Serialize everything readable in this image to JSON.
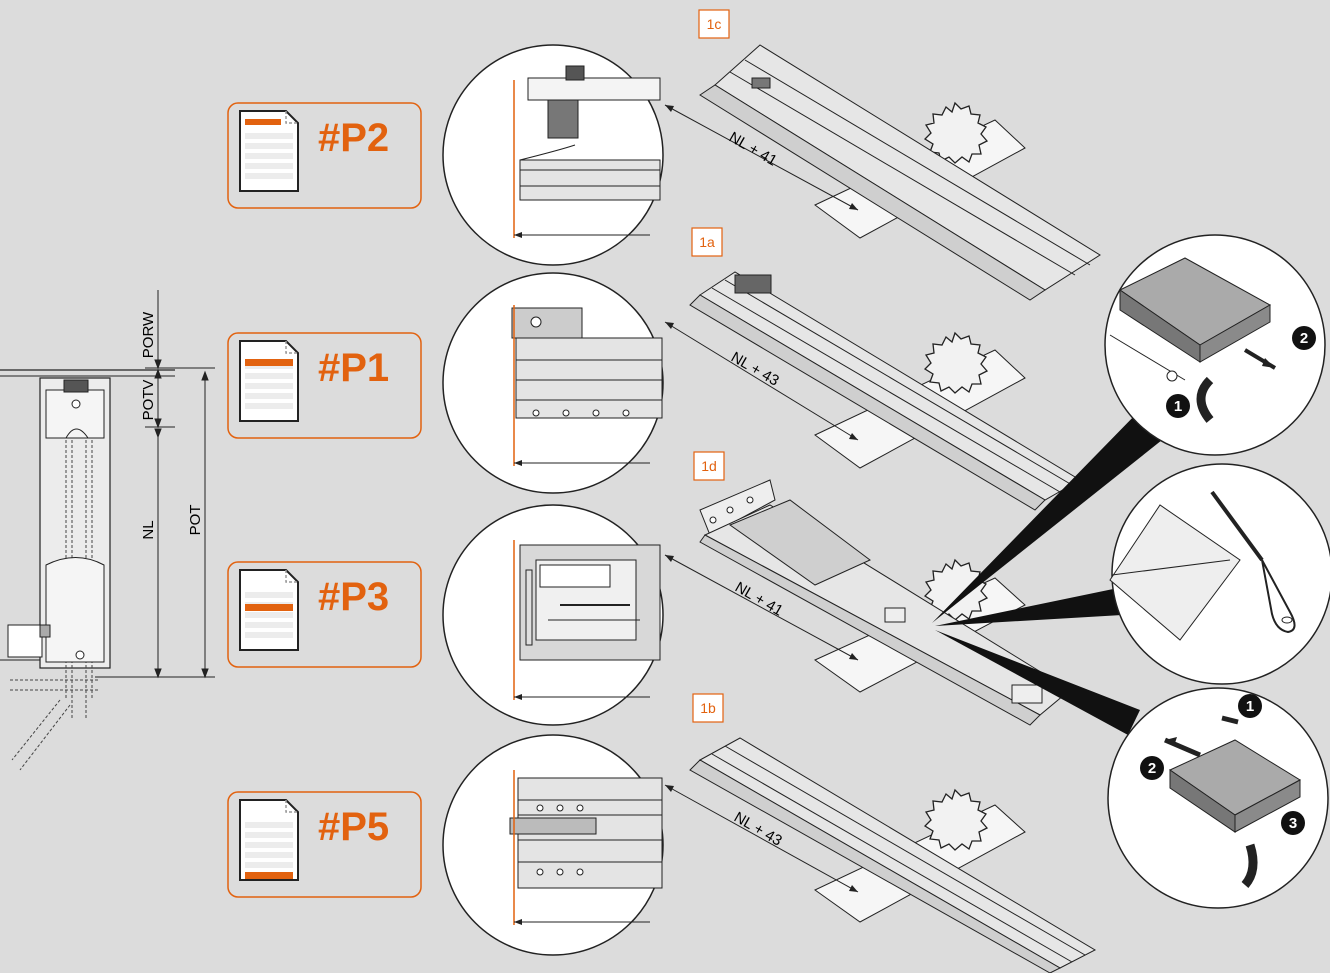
{
  "colors": {
    "accent": "#e2620f",
    "background": "#dcdcdc",
    "rail": "#cfcfcf",
    "line": "#222222"
  },
  "cabinet_dims": {
    "porw": "PORW",
    "potv": "POTV",
    "nl": "NL",
    "pot": "POT"
  },
  "cards": [
    {
      "label": "#P2"
    },
    {
      "label": "#P1"
    },
    {
      "label": "#P3"
    },
    {
      "label": "#P5"
    }
  ],
  "steps": [
    {
      "tag": "1c",
      "cut_dim": "NL + 41"
    },
    {
      "tag": "1a",
      "cut_dim": "NL + 43"
    },
    {
      "tag": "1d",
      "cut_dim": "NL + 41"
    },
    {
      "tag": "1b",
      "cut_dim": "NL + 43"
    }
  ],
  "callouts": {
    "top": [
      "1",
      "2"
    ],
    "bottom": [
      "1",
      "2",
      "3"
    ]
  },
  "icons": [
    "saw-blade-icon",
    "document-icon",
    "file-tool-icon",
    "rotate-arrow-icon"
  ]
}
